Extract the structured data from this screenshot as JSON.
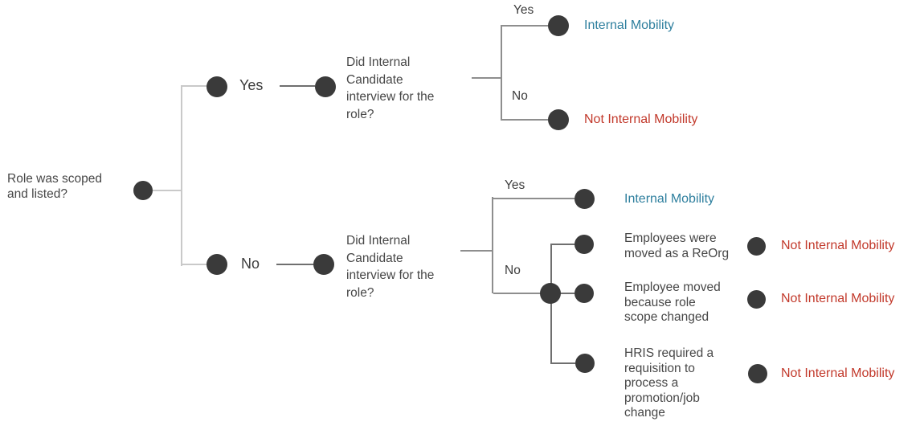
{
  "colors": {
    "internal_mobility": "#2E7F9E",
    "not_internal_mobility": "#C2392B",
    "node_fill": "#3A3A3A",
    "label_text": "#3D3D3D",
    "paragraph_text": "#474747",
    "line_light": "#C9C9C9",
    "line_mid": "#8E8E8E",
    "line_dark": "#6F6F6F"
  },
  "root": {
    "question": "Role was scoped\nand listed?"
  },
  "yes_branch": {
    "label": "Yes",
    "question": "Did Internal\nCandidate\ninterview for the\nrole?",
    "yes": {
      "label": "Yes",
      "outcome": "Internal Mobility"
    },
    "no": {
      "label": "No",
      "outcome": "Not Internal Mobility"
    }
  },
  "no_branch": {
    "label": "No",
    "question": "Did Internal\nCandidate\ninterview for the\nrole?",
    "yes": {
      "label": "Yes",
      "outcome": "Internal Mobility"
    },
    "no": {
      "label": "No",
      "cases": [
        {
          "reason": "Employees were\nmoved as a ReOrg",
          "outcome": "Not Internal Mobility"
        },
        {
          "reason": "Employee moved\nbecause role\nscope changed",
          "outcome": "Not Internal Mobility"
        },
        {
          "reason": "HRIS required a\nrequisition to\nprocess a\npromotion/job\nchange",
          "outcome": "Not Internal Mobility"
        }
      ]
    }
  }
}
